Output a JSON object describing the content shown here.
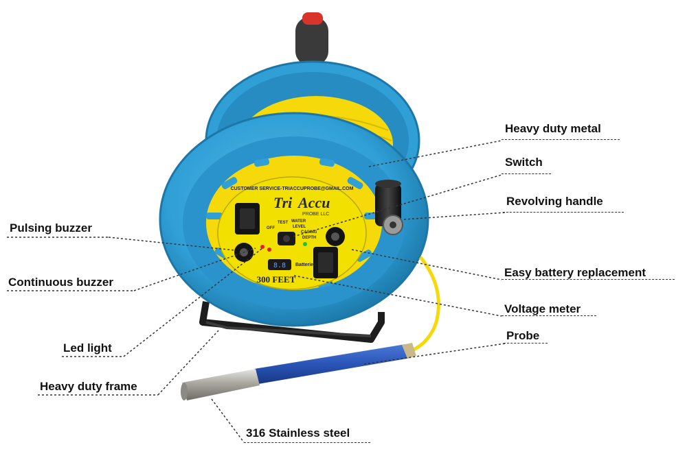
{
  "labels": {
    "heavy_duty_metal": "Heavy duty metal",
    "switch": "Switch",
    "revolving_handle": "Revolving handle",
    "pulsing_buzzer": "Pulsing buzzer",
    "continuous_buzzer": "Continuous buzzer",
    "easy_battery_replacement": "Easy battery replacement",
    "voltage_meter": "Voltage meter",
    "led_light": "Led light",
    "probe": "Probe",
    "heavy_duty_frame": "Heavy duty frame",
    "stainless_steel": "316 Stainless steel"
  },
  "panel": {
    "brand_tri": "Tri",
    "brand_accu": "Accu",
    "brand_sub": "PROBE LLC",
    "customer_service": "CUSTOMER SERVICE-TRIACCUPROBE@GMAIL.COM",
    "length": "300 FEET",
    "switch_off": "OFF",
    "switch_test": "TEST",
    "switch_water": "WATER",
    "switch_level": "LEVEL",
    "switch_casing": "CASING",
    "switch_depth": "DEPTH",
    "batteries": "Batteries",
    "meter_reading": "8.8"
  },
  "colors": {
    "reel_blue": "#2f9fd6",
    "reel_blue_dark": "#1f7fb3",
    "cable_yellow": "#f5d90a",
    "panel_yellow": "#f2e000",
    "probe_blue": "#2a55b8",
    "frame_black": "#1d1d1d"
  }
}
